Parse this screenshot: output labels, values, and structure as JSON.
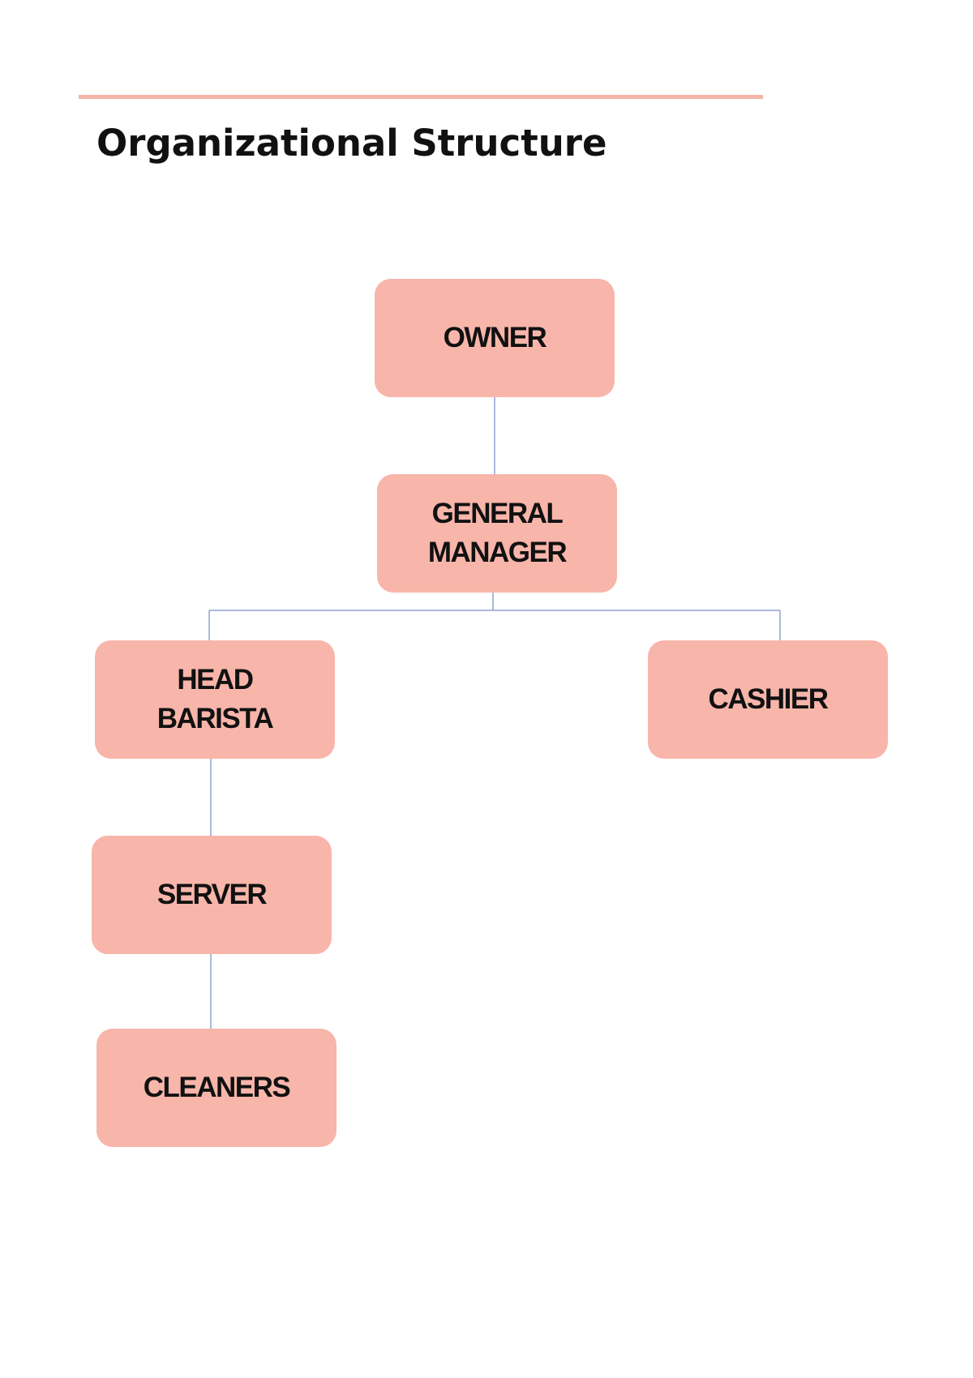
{
  "document": {
    "title": "Organizational Structure"
  },
  "colors": {
    "accent_rule": "#f4b6a8",
    "node_fill": "#f8b5aa",
    "connector": "#8fa3cf",
    "text": "#111111"
  },
  "org_chart": {
    "nodes": [
      {
        "id": "owner",
        "label": "OWNER"
      },
      {
        "id": "general_manager",
        "label": "GENERAL\nMANAGER"
      },
      {
        "id": "head_barista",
        "label": "HEAD\nBARISTA"
      },
      {
        "id": "cashier",
        "label": "CASHIER"
      },
      {
        "id": "server",
        "label": "SERVER"
      },
      {
        "id": "cleaners",
        "label": "CLEANERS"
      }
    ],
    "edges": [
      {
        "from": "owner",
        "to": "general_manager"
      },
      {
        "from": "general_manager",
        "to": "head_barista"
      },
      {
        "from": "general_manager",
        "to": "cashier"
      },
      {
        "from": "head_barista",
        "to": "server"
      },
      {
        "from": "server",
        "to": "cleaners"
      }
    ]
  }
}
